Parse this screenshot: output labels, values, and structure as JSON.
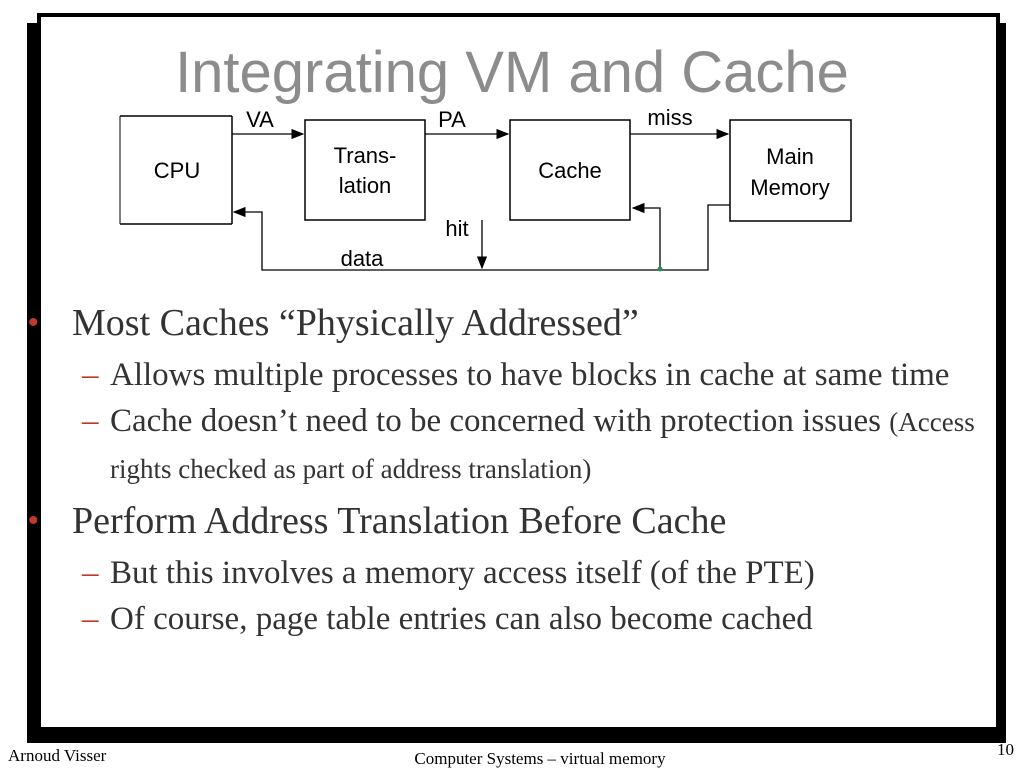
{
  "slide": {
    "title": "Integrating VM and Cache",
    "diagram": {
      "boxes": {
        "cpu": "CPU",
        "translation_line1": "Trans-",
        "translation_line2": "lation",
        "cache": "Cache",
        "memory_line1": "Main",
        "memory_line2": "Memory"
      },
      "labels": {
        "va": "VA",
        "pa": "PA",
        "miss": "miss",
        "hit": "hit",
        "data": "data"
      }
    },
    "bullets": [
      {
        "text": "Most Caches “Physically Addressed”",
        "subs": [
          {
            "text": "Allows multiple processes to have blocks in cache at same time"
          },
          {
            "text": "Cache doesn’t need to be concerned with protection issues",
            "note": "(Access rights checked as part of address translation)"
          }
        ]
      },
      {
        "text": "Perform Address Translation Before Cache",
        "subs": [
          {
            "text": "But this involves a memory access itself (of the PTE)"
          },
          {
            "text": "Of course, page table entries can also become cached"
          }
        ]
      }
    ],
    "bullet_marker": "•",
    "sub_marker": "–"
  },
  "footer": {
    "author": "Arnoud Visser",
    "course": "Computer Systems – virtual memory",
    "page_number": "10"
  },
  "colors": {
    "title": "#8c8c8c",
    "body_text": "#333333",
    "markers": "#c0392b"
  }
}
